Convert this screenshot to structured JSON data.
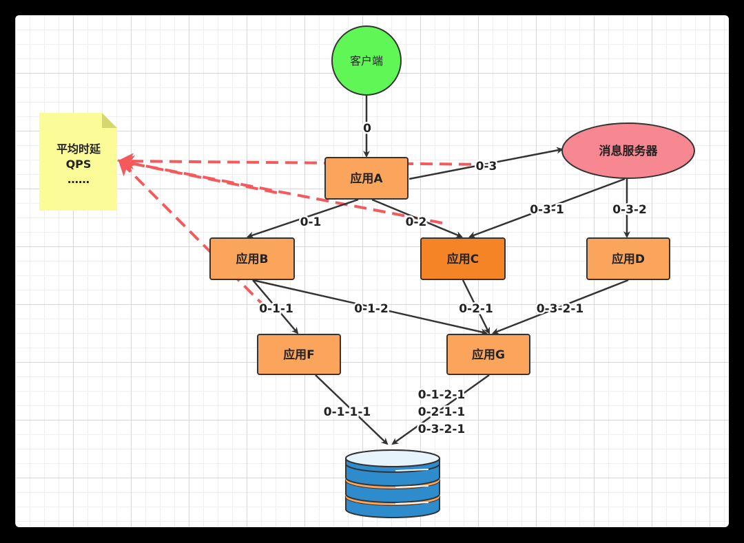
{
  "nodes": {
    "client": "客户端",
    "app_a": "应用A",
    "app_b": "应用B",
    "app_c": "应用C",
    "app_d": "应用D",
    "app_f": "应用F",
    "app_g": "应用G",
    "mq": "消息服务器"
  },
  "note": {
    "line1": "平均时延",
    "line2": "QPS",
    "line3": "……"
  },
  "edges": {
    "client_a": "0",
    "a_mq": "0-3",
    "a_b": "0-1",
    "a_c": "0-2",
    "mq_c": "0-3-1",
    "mq_d": "0-3-2",
    "b_f": "0-1-1",
    "b_g": "0-1-2",
    "c_g": "0-2-1",
    "d_g": "0-3-2-1",
    "f_db": "0-1-1-1",
    "g_db_1": "0-1-2-1",
    "g_db_2": "0-2-1-1",
    "g_db_3": "0-3-2-1"
  },
  "colors": {
    "app_node": "#fba55c",
    "app_c_node": "#f58426",
    "client_node": "#5ff656",
    "mq_node": "#f78790",
    "note": "#fbfb98",
    "trace_line": "#f5595c",
    "db": "#2e8bcc"
  }
}
